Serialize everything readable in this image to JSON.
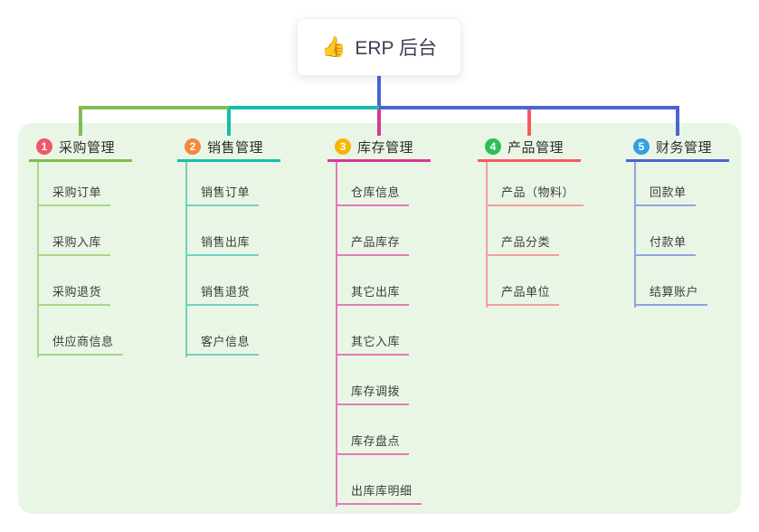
{
  "root": {
    "icon": "thumbs-up-icon",
    "icon_char": "👍",
    "label": "ERP 后台"
  },
  "board_background": "#EAF6E5",
  "root_stem_color": "#4B63D3",
  "branches": [
    {
      "index": "1",
      "label": "采购管理",
      "badge_color": "#F2566C",
      "line_color": "#7EBE50",
      "child_line_color": "#A9D689",
      "children": [
        "采购订单",
        "采购入库",
        "采购退货",
        "供应商信息"
      ]
    },
    {
      "index": "2",
      "label": "销售管理",
      "badge_color": "#F5873D",
      "line_color": "#14BEA9",
      "child_line_color": "#74CFC3",
      "children": [
        "销售订单",
        "销售出库",
        "销售退货",
        "客户信息"
      ]
    },
    {
      "index": "3",
      "label": "库存管理",
      "badge_color": "#F7B500",
      "line_color": "#D53A92",
      "child_line_color": "#E579BA",
      "children": [
        "仓库信息",
        "产品库存",
        "其它出库",
        "其它入库",
        "库存调拨",
        "库存盘点",
        "出库库明细"
      ]
    },
    {
      "index": "4",
      "label": "产品管理",
      "badge_color": "#2EBD59",
      "line_color": "#F25C5C",
      "child_line_color": "#F79D9D",
      "children": [
        "产品（物料）",
        "产品分类",
        "产品单位"
      ]
    },
    {
      "index": "5",
      "label": "财务管理",
      "badge_color": "#339FE0",
      "line_color": "#4B63D3",
      "child_line_color": "#8EA4E2",
      "children": [
        "回款单",
        "付款单",
        "结算账户"
      ]
    }
  ]
}
